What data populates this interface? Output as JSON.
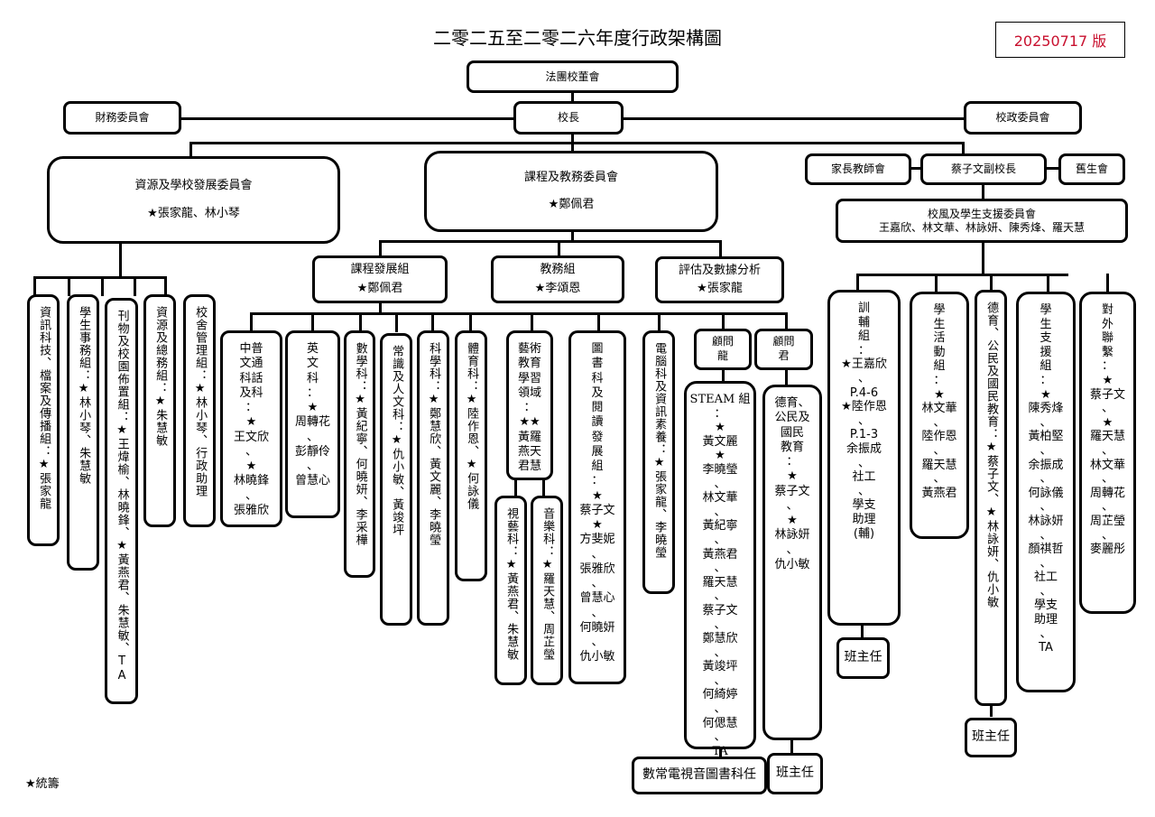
{
  "title": "二零二五至二零二六年度行政架構圖",
  "version": "20250717 版",
  "version_color": "#c8102e",
  "legend": "★統籌",
  "top": {
    "board": "法團校董會",
    "principal": "校長",
    "finance": "財務委員會",
    "school_admin": "校政委員會"
  },
  "resources_committee": {
    "name": "資源及學校發展委員會",
    "leaders": "★張家龍、林小琴",
    "groups": [
      "資訊科技、檔案及傳播組：★張家龍",
      "學生事務組：★林小琴、朱慧敏",
      "刊物及校園佈置組：★王煒榆、林曉鋒、★黃燕君、朱慧敏、TA",
      "資源及總務組：★朱慧敏",
      "校舍管理組：★林小琴、行政助理"
    ]
  },
  "curriculum_committee": {
    "name": "課程及教務委員會",
    "leader": "★鄭佩君",
    "sub": [
      {
        "name": "課程發展組",
        "leader": "★鄭佩君"
      },
      {
        "name": "教務組",
        "leader": "★李頌恩"
      },
      {
        "name": "評估及數據分析",
        "leader": "★張家龍"
      }
    ],
    "subjects": [
      "中普\n文通\n科話\n及科\n：\n★\n王文欣\n、\n★\n林曉鋒\n、\n張雅欣",
      "英\n文\n科\n：\n★\n周轉花\n、\n彭靜伶\n、\n曾慧心",
      "數學科：★黃紀寧、何曉妍、李采樺",
      "常識及人文科：★仇小敏、黃竣坪",
      "科學科：★鄭慧欣、黃文麗、李曉瑩",
      "體育科：★陸作恩、★何詠儀",
      "藝術\n教育\n學習\n領域\n：\n★★\n黃羅\n燕天\n君慧",
      "圖\n書\n科\n及\n閱\n讀\n發\n展\n組\n：\n★\n蔡子文\n★\n方斐妮\n、\n張雅欣\n、\n曾慧心\n、\n何曉妍\n、\n仇小敏",
      "電腦科及資訊素養：★張家龍、李曉瑩"
    ],
    "arts_children": [
      "視藝科：★黃燕君、朱慧敏",
      "音樂科：★羅天慧、周芷瑩"
    ],
    "advisors": [
      "顧問\n龍",
      "顧問\n君"
    ],
    "steam": "STEAM 組\n：\n★\n黃文麗\n★\n李曉瑩\n、\n林文華\n、\n黃紀寧\n、\n黃燕君\n、\n羅天慧\n、\n蔡子文\n、\n鄭慧欣\n、\n黃竣坪\n、\n何綺婷\n、\n何偲慧\n、\nTA",
    "moral_ed": "德育、\n公民及\n國民\n教育\n：\n★\n蔡子文\n、\n★\n林詠妍\n、\n仇小敏",
    "subject_heads": "數常電視音圖書科任",
    "class_teacher": "班主任"
  },
  "vice_principal_branch": {
    "vice_principal": "蔡子文副校長",
    "pta": "家長教師會",
    "alumni": "舊生會",
    "committee_name": "校風及學生支援委員會",
    "committee_members": "王嘉欣、林文華、林詠妍、陳秀烽、羅天慧",
    "groups": [
      "訓\n輔\n組\n：\n★王嘉欣\n、\nP.4-6\n★陸作恩\n、\nP.1-3\n余振成\n、\n社工\n、\n學支\n助理\n(輔)",
      "學\n生\n活\n動\n組\n：\n★\n林文華\n、\n陸作恩\n、\n羅天慧\n、\n黃燕君",
      "德育、公民及國民教育：★蔡子文、★林詠妍、仇小敏",
      "學\n生\n支\n援\n組\n：\n★\n陳秀烽\n、\n黃柏堅\n、\n余振成\n、\n何詠儀\n、\n林詠妍\n、\n顏祺哲\n、\n社工\n、\n學支\n助理\n、\nTA",
      "對\n外\n聯\n繫\n：\n★\n蔡子文\n、\n★\n羅天慧\n、\n林文華\n、\n周轉花\n、\n周芷瑩\n、\n麥麗彤"
    ],
    "class_teacher": "班主任"
  }
}
